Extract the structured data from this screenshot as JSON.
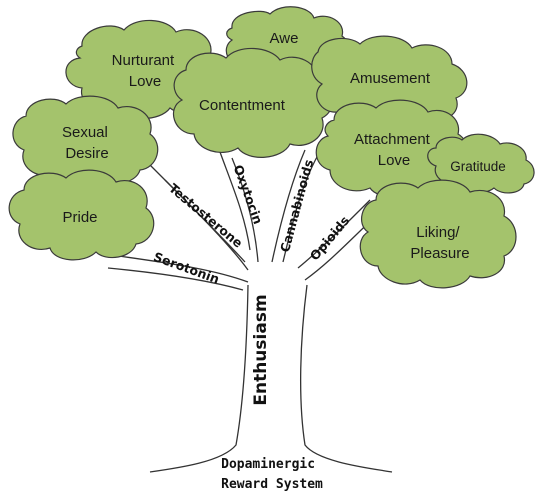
{
  "diagram": {
    "clouds": [
      {
        "id": "awe",
        "lines": [
          "Awe"
        ]
      },
      {
        "id": "nurturant-love",
        "lines": [
          "Nurturant",
          "Love"
        ]
      },
      {
        "id": "contentment",
        "lines": [
          "Contentment"
        ]
      },
      {
        "id": "amusement",
        "lines": [
          "Amusement"
        ]
      },
      {
        "id": "sexual-desire",
        "lines": [
          "Sexual",
          "Desire"
        ]
      },
      {
        "id": "attachment-love",
        "lines": [
          "Attachment",
          "Love"
        ]
      },
      {
        "id": "gratitude",
        "lines": [
          "Gratitude"
        ]
      },
      {
        "id": "pride",
        "lines": [
          "Pride"
        ]
      },
      {
        "id": "liking-pleasure",
        "lines": [
          "Liking/",
          "Pleasure"
        ]
      }
    ],
    "branches": {
      "testosterone": "Testosterone",
      "oxytocin": "Oxytocin",
      "cannabinoids": "Cannabinoids",
      "opioids": "Opioids",
      "serotonin": "Serotonin"
    },
    "trunk": "Enthusiasm",
    "roots": [
      "Dopaminergic",
      "Reward System"
    ],
    "colors": {
      "leaf": "#a4c36c",
      "outline": "#3a3a3a"
    }
  }
}
